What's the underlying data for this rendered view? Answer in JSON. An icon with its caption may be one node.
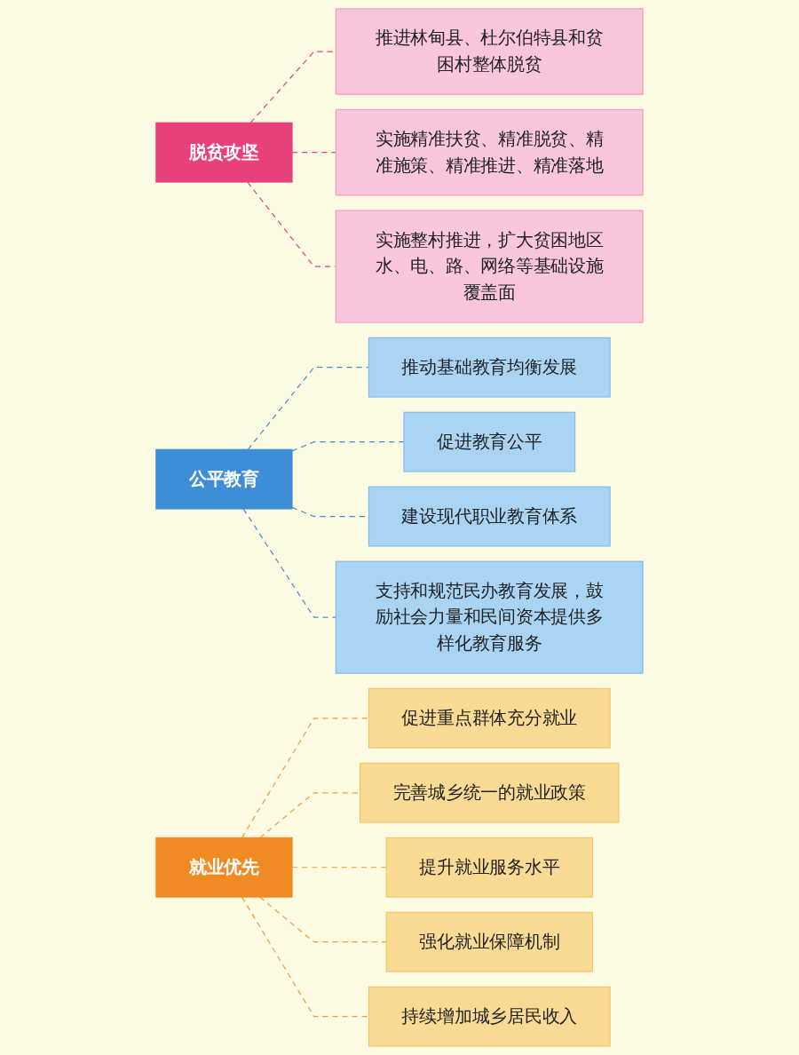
{
  "diagram": {
    "nodes": [
      {
        "text": [
          "脱贫攻坚"
        ]
      },
      {
        "text": [
          "推进林甸县、杜尔伯特县和贫困村整体脱贫"
        ]
      },
      {
        "text": [
          "实施精准扶贫、精准脱贫、精准施策、精准推进、精准落地"
        ]
      },
      {
        "text": [
          "实施整村推进，扩大贫困地区水、电、路、网络等基础设施覆盖面"
        ]
      },
      {
        "text": [
          "公平教育"
        ]
      },
      {
        "text": [
          "推动基础教育均衡发展"
        ]
      },
      {
        "text": [
          "促进教育公平"
        ]
      },
      {
        "text": [
          "建设现代职业教育体系"
        ]
      },
      {
        "text": [
          "支持和规范民办教育发展，鼓励社会力量和民间资本提供多样化教育服务"
        ]
      },
      {
        "text": [
          "就业优先"
        ]
      },
      {
        "text": [
          "促进重点群体充分就业"
        ]
      },
      {
        "text": [
          "完善城乡统一的就业政策"
        ]
      },
      {
        "text": [
          "提升就业服务水平"
        ]
      },
      {
        "text": [
          "强化就业保障机制"
        ]
      },
      {
        "text": [
          "持续增加城乡居民收入"
        ]
      }
    ],
    "edges": [
      {
        "from": 0,
        "to": 1,
        "arrow": "none",
        "style": "dashed",
        "color": "#e0457b"
      },
      {
        "from": 0,
        "to": 2,
        "arrow": "none",
        "style": "dashed",
        "color": "#e0457b"
      },
      {
        "from": 0,
        "to": 3,
        "arrow": "none",
        "style": "dashed",
        "color": "#e0457b"
      },
      {
        "from": 4,
        "to": 5,
        "arrow": "none",
        "style": "dashed",
        "color": "#4a8fd0"
      },
      {
        "from": 4,
        "to": 6,
        "arrow": "none",
        "style": "dashed",
        "color": "#4a8fd0"
      },
      {
        "from": 4,
        "to": 7,
        "arrow": "none",
        "style": "dashed",
        "color": "#4a8fd0"
      },
      {
        "from": 4,
        "to": 8,
        "arrow": "none",
        "style": "dashed",
        "color": "#4a8fd0"
      },
      {
        "from": 9,
        "to": 10,
        "arrow": "none",
        "style": "dashed",
        "color": "#f0a030"
      },
      {
        "from": 9,
        "to": 11,
        "arrow": "none",
        "style": "dashed",
        "color": "#f0a030"
      },
      {
        "from": 9,
        "to": 12,
        "arrow": "none",
        "style": "dashed",
        "color": "#f0a030"
      },
      {
        "from": 9,
        "to": 13,
        "arrow": "none",
        "style": "dashed",
        "color": "#f0a030"
      },
      {
        "from": 9,
        "to": 14,
        "arrow": "none",
        "style": "dashed",
        "color": "#f0a030"
      }
    ]
  }
}
